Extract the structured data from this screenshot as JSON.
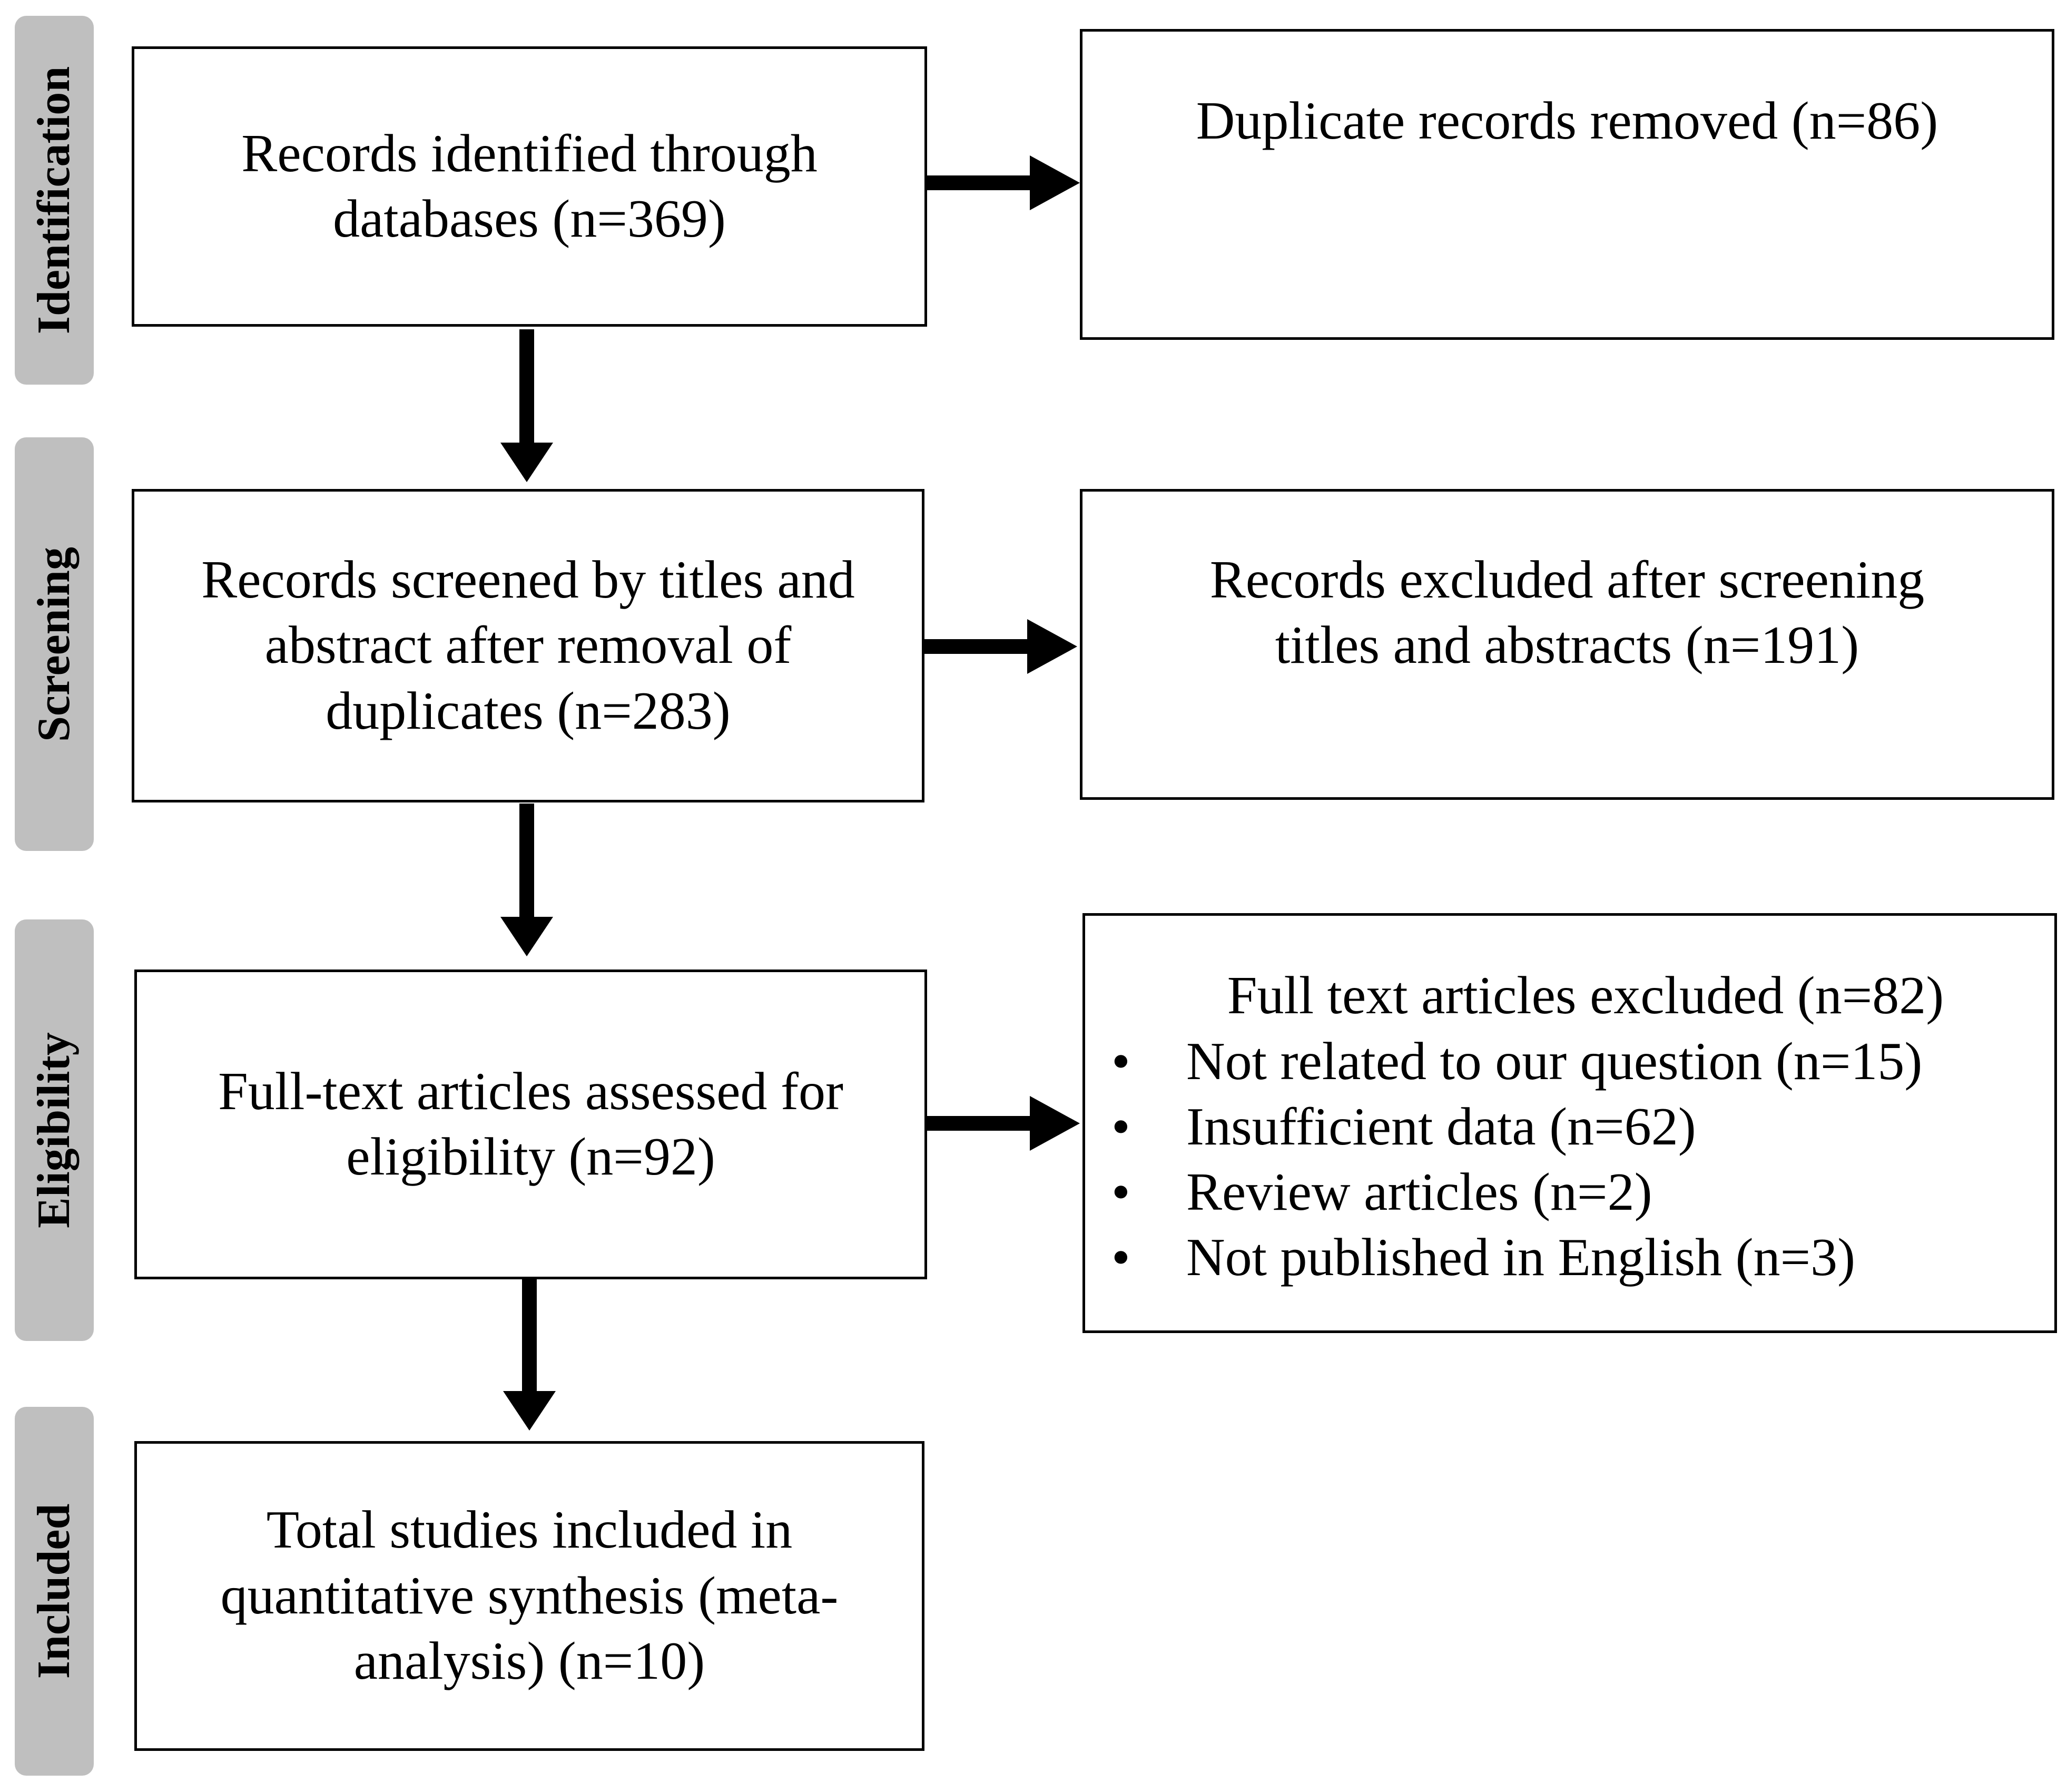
{
  "stages": [
    {
      "label": "Identification"
    },
    {
      "label": "Screening"
    },
    {
      "label": "Eligibility"
    },
    {
      "label": "Included"
    }
  ],
  "boxes": {
    "identified": "Records identified through\ndatabases (n=369)",
    "duplicates": "Duplicate records removed (n=86)",
    "screened": "Records screened by titles and\nabstract after removal of\nduplicates (n=283)",
    "excluded_screening": "Records excluded after screening\ntitles and abstracts (n=191)",
    "fulltext": "Full-text  articles assessed for\neligibility  (n=92)",
    "included": "Total studies included in\nquantitative synthesis (meta-\nanalysis) (n=10)"
  },
  "fulltext_excluded": {
    "title": "Full text  articles excluded (n=82)",
    "bullet": "•",
    "items": [
      "Not related to our question (n=15)",
      "Insufficient data (n=62)",
      "Review articles (n=2)",
      "Not published in English  (n=3)"
    ]
  }
}
